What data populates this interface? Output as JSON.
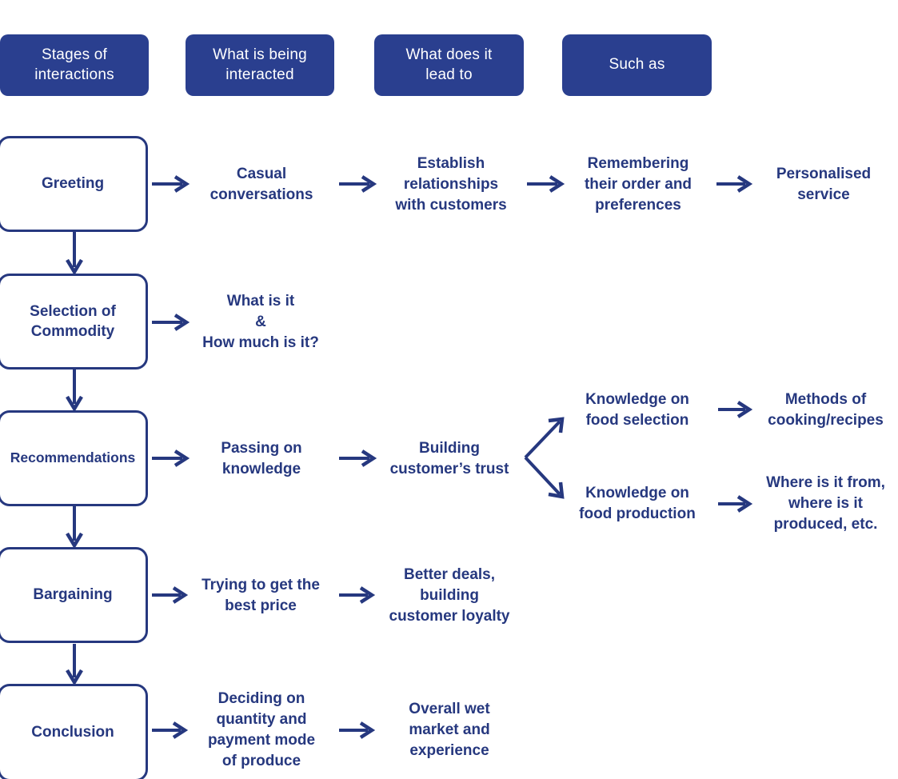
{
  "theme": {
    "pill_bg": "#2A3F8F",
    "pill_text": "#FFFFFF",
    "line_color": "#26387F",
    "text_color": "#26387F",
    "page_bg": "#FFFFFF"
  },
  "header": {
    "columns": [
      {
        "label": "Stages of\ninteractions"
      },
      {
        "label": "What is being\ninteracted"
      },
      {
        "label": "What does it\nlead to"
      },
      {
        "label": "Such as"
      }
    ]
  },
  "stages": [
    {
      "label": "Greeting"
    },
    {
      "label": "Selection of\nCommodity"
    },
    {
      "label": "Recommendations"
    },
    {
      "label": "Bargaining"
    },
    {
      "label": "Conclusion"
    }
  ],
  "rows": {
    "greeting": {
      "interacted": [
        "Casual",
        "conversations"
      ],
      "leads_to": [
        "Establish",
        "relationships",
        "with customers"
      ],
      "such_as": [
        "Remembering",
        "their order and",
        "preferences"
      ],
      "such_as_2": [
        "Personalised",
        "service"
      ]
    },
    "selection": {
      "interacted": [
        "What is it",
        "&",
        "How much is it?"
      ]
    },
    "recommendations": {
      "interacted": [
        "Passing on",
        "knowledge"
      ],
      "leads_to": [
        "Building",
        "customer’s trust"
      ],
      "branch_top": [
        "Knowledge on",
        "food selection"
      ],
      "branch_top_result": [
        "Methods of",
        "cooking/recipes"
      ],
      "branch_bottom": [
        "Knowledge on",
        "food production"
      ],
      "branch_bottom_result": [
        "Where is it from,",
        "where is it",
        "produced, etc."
      ]
    },
    "bargaining": {
      "interacted": [
        "Trying to get the",
        "best price"
      ],
      "leads_to": [
        "Better deals,",
        "building",
        "customer loyalty"
      ]
    },
    "conclusion": {
      "interacted": [
        "Deciding on",
        "quantity and",
        "payment mode",
        "of produce"
      ],
      "leads_to": [
        "Overall wet",
        "market and",
        "experience"
      ]
    }
  }
}
